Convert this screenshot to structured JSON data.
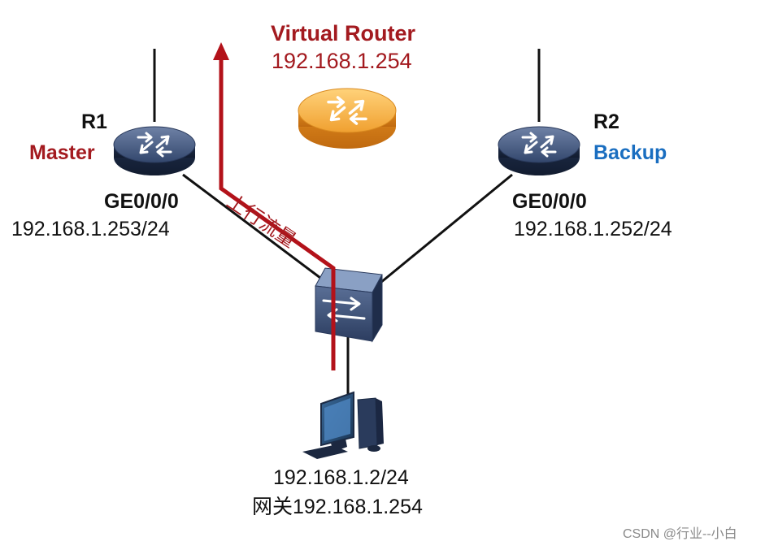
{
  "virtual_router": {
    "title": "Virtual Router",
    "ip": "192.168.1.254"
  },
  "r1": {
    "name": "R1",
    "role": "Master",
    "iface": "GE0/0/0",
    "ip": "192.168.1.253/24"
  },
  "r2": {
    "name": "R2",
    "role": "Backup",
    "iface": "GE0/0/0",
    "ip": "192.168.1.252/24"
  },
  "traffic_label": "上行流量",
  "host": {
    "ip": "192.168.1.2/24",
    "gateway": "网关192.168.1.254"
  },
  "watermark": "CSDN @行业--小白",
  "colors": {
    "master": "#a31a1f",
    "backup": "#1a6ec0",
    "traffic": "#b3121a",
    "virtual_router": "#f0a030"
  },
  "icons": [
    "router-icon",
    "virtual-router-icon",
    "switch-icon",
    "pc-icon"
  ]
}
